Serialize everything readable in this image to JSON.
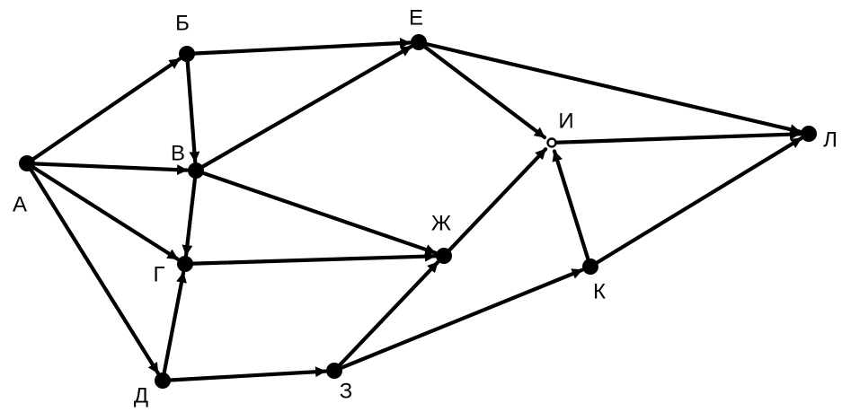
{
  "graph": {
    "nodes": [
      {
        "id": "A",
        "label": "А"
      },
      {
        "id": "B",
        "label": "Б"
      },
      {
        "id": "V",
        "label": "В"
      },
      {
        "id": "G",
        "label": "Г"
      },
      {
        "id": "D",
        "label": "Д"
      },
      {
        "id": "E",
        "label": "Е"
      },
      {
        "id": "Zh",
        "label": "Ж"
      },
      {
        "id": "Z",
        "label": "З"
      },
      {
        "id": "I",
        "label": "И"
      },
      {
        "id": "K",
        "label": "К"
      },
      {
        "id": "L",
        "label": "Л"
      }
    ],
    "edges": [
      {
        "from": "A",
        "to": "B"
      },
      {
        "from": "A",
        "to": "V"
      },
      {
        "from": "A",
        "to": "G"
      },
      {
        "from": "A",
        "to": "D"
      },
      {
        "from": "B",
        "to": "E"
      },
      {
        "from": "B",
        "to": "V"
      },
      {
        "from": "V",
        "to": "E"
      },
      {
        "from": "V",
        "to": "G"
      },
      {
        "from": "V",
        "to": "Zh"
      },
      {
        "from": "D",
        "to": "G"
      },
      {
        "from": "G",
        "to": "Zh"
      },
      {
        "from": "D",
        "to": "Z"
      },
      {
        "from": "Z",
        "to": "Zh"
      },
      {
        "from": "Z",
        "to": "K"
      },
      {
        "from": "E",
        "to": "I"
      },
      {
        "from": "E",
        "to": "L"
      },
      {
        "from": "Zh",
        "to": "I"
      },
      {
        "from": "K",
        "to": "I"
      },
      {
        "from": "I",
        "to": "L"
      },
      {
        "from": "K",
        "to": "L"
      }
    ]
  }
}
